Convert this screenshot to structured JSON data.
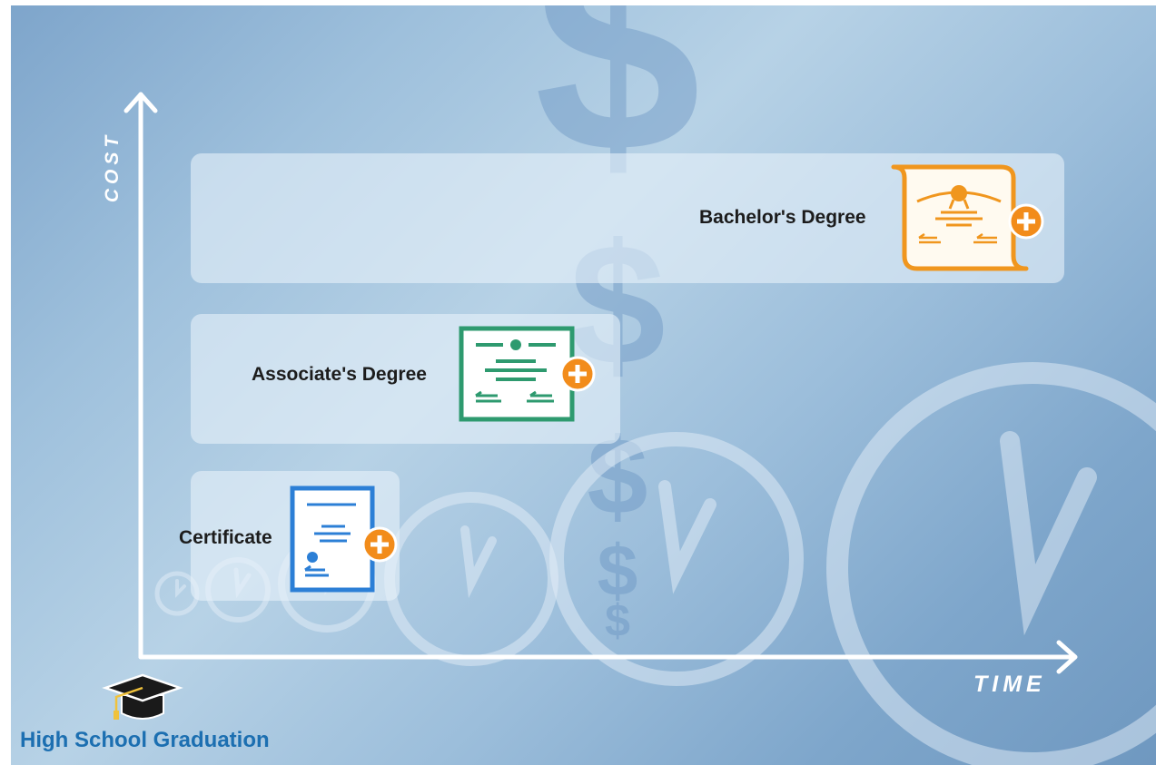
{
  "axes": {
    "y_label": "COST",
    "x_label": "TIME"
  },
  "levels": [
    {
      "label": "Bachelor's Degree",
      "icon": "bachelor-diploma-icon",
      "color": "#f0961e"
    },
    {
      "label": "Associate's Degree",
      "icon": "associate-diploma-icon",
      "color": "#2e9a6f"
    },
    {
      "label": "Certificate",
      "icon": "certificate-document-icon",
      "color": "#2c7fd6"
    }
  ],
  "origin": {
    "label": "High School Graduation",
    "icon": "graduation-cap-icon"
  },
  "colors": {
    "plus_badge": "#f28c1b",
    "origin_text": "#1c6fb1",
    "axis": "#ffffff"
  },
  "decorations": [
    "dollar-sign-icon",
    "clock-icon"
  ]
}
